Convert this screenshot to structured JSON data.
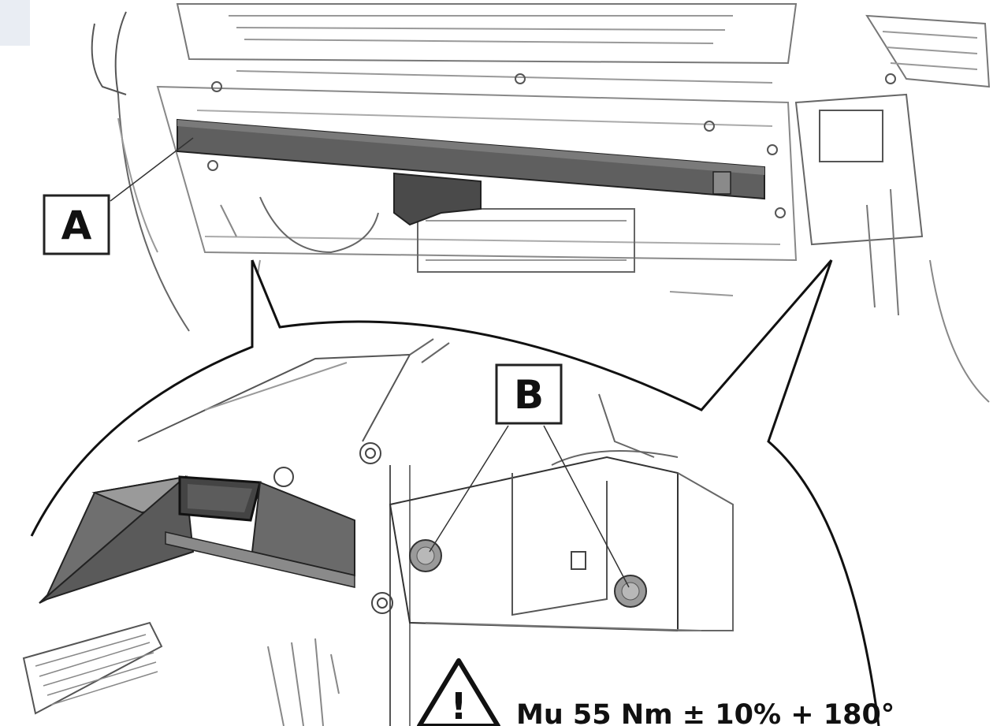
{
  "diagram": {
    "callouts": {
      "a": {
        "label": "A"
      },
      "b": {
        "label": "B"
      }
    },
    "torque_spec": {
      "icon": "warning-triangle-icon",
      "text": "Mu 55 Nm ± 10% + 180°"
    }
  }
}
